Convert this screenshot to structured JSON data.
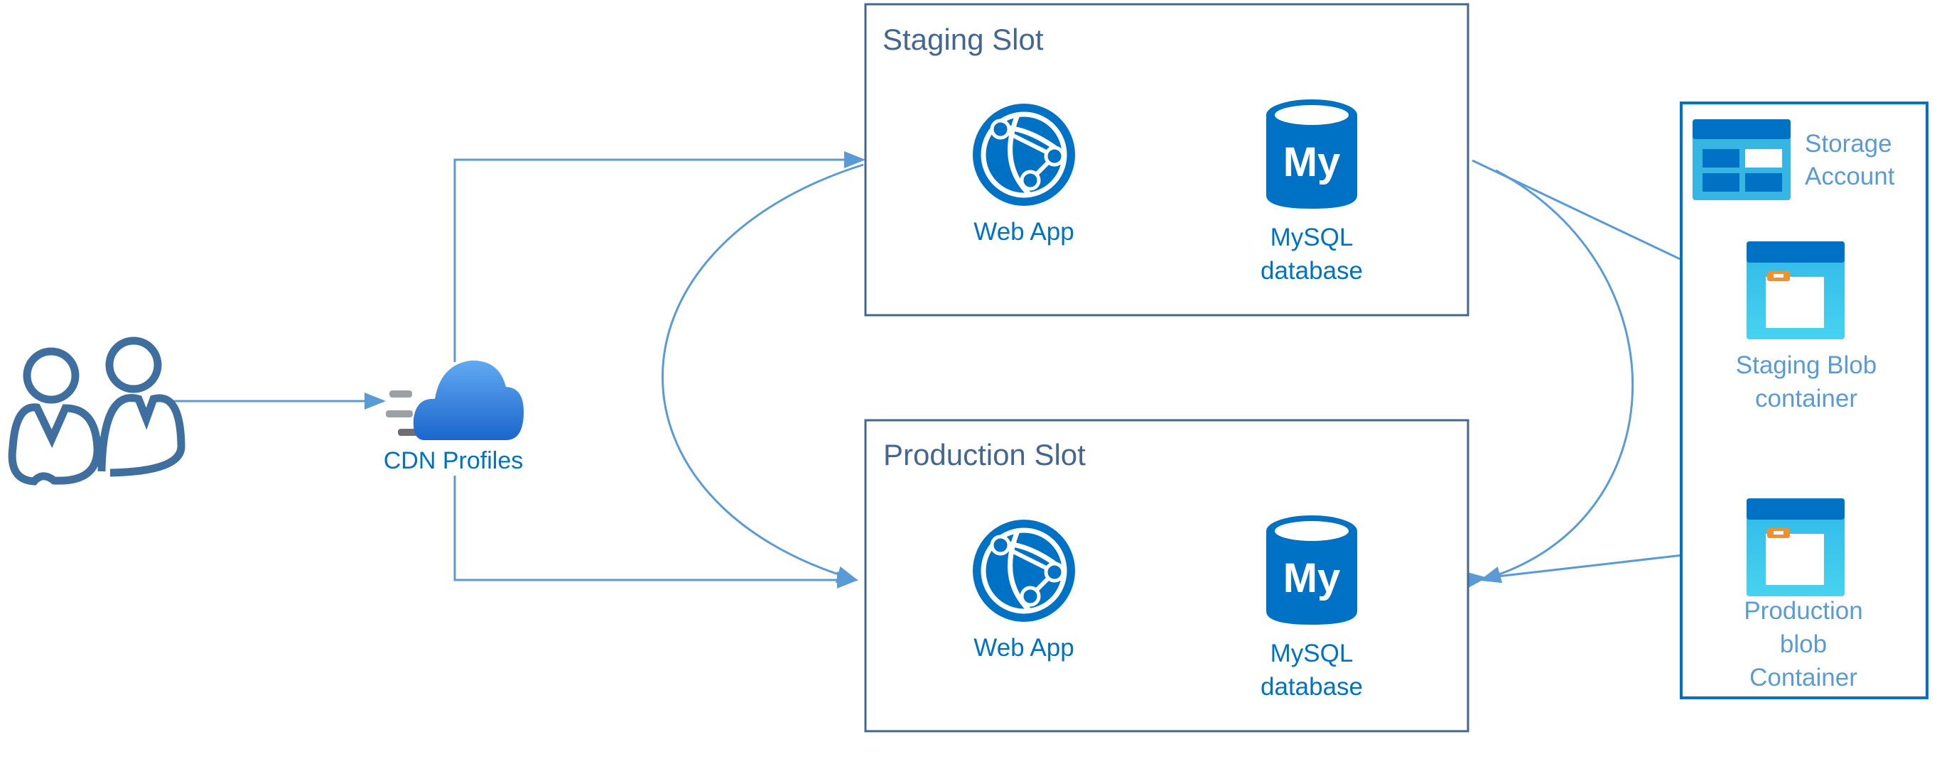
{
  "staging_slot": {
    "title": "Staging Slot",
    "web_app_label": "Web App",
    "mysql_label_line1": "MySQL",
    "mysql_label_line2": "database",
    "mysql_logo": "My"
  },
  "production_slot": {
    "title": "Production Slot",
    "web_app_label": "Web App",
    "mysql_label_line1": "MySQL",
    "mysql_label_line2": "database",
    "mysql_logo": "My"
  },
  "cdn": {
    "label": "CDN Profiles"
  },
  "storage": {
    "account_label_line1": "Storage",
    "account_label_line2": "Account",
    "staging_blob_line1": "Staging Blob",
    "staging_blob_line2": "container",
    "production_blob_line1": "Production",
    "production_blob_line2": "blob",
    "production_blob_line3": "Container"
  },
  "icons": {
    "users": "users-icon",
    "cdn": "cdn-cloud-icon",
    "web_app": "web-app-globe-icon",
    "mysql": "mysql-database-icon",
    "storage_account": "storage-account-icon",
    "blob_container": "blob-container-icon"
  },
  "colors": {
    "arrow": "#5b9bd5",
    "box_border": "#44668f",
    "slot_title": "#44668f",
    "azure_blue": "#0072c6",
    "storage_text": "#5b9bd5",
    "cloud_light": "#5ea7f0",
    "cloud_dark": "#1f6fd1"
  }
}
